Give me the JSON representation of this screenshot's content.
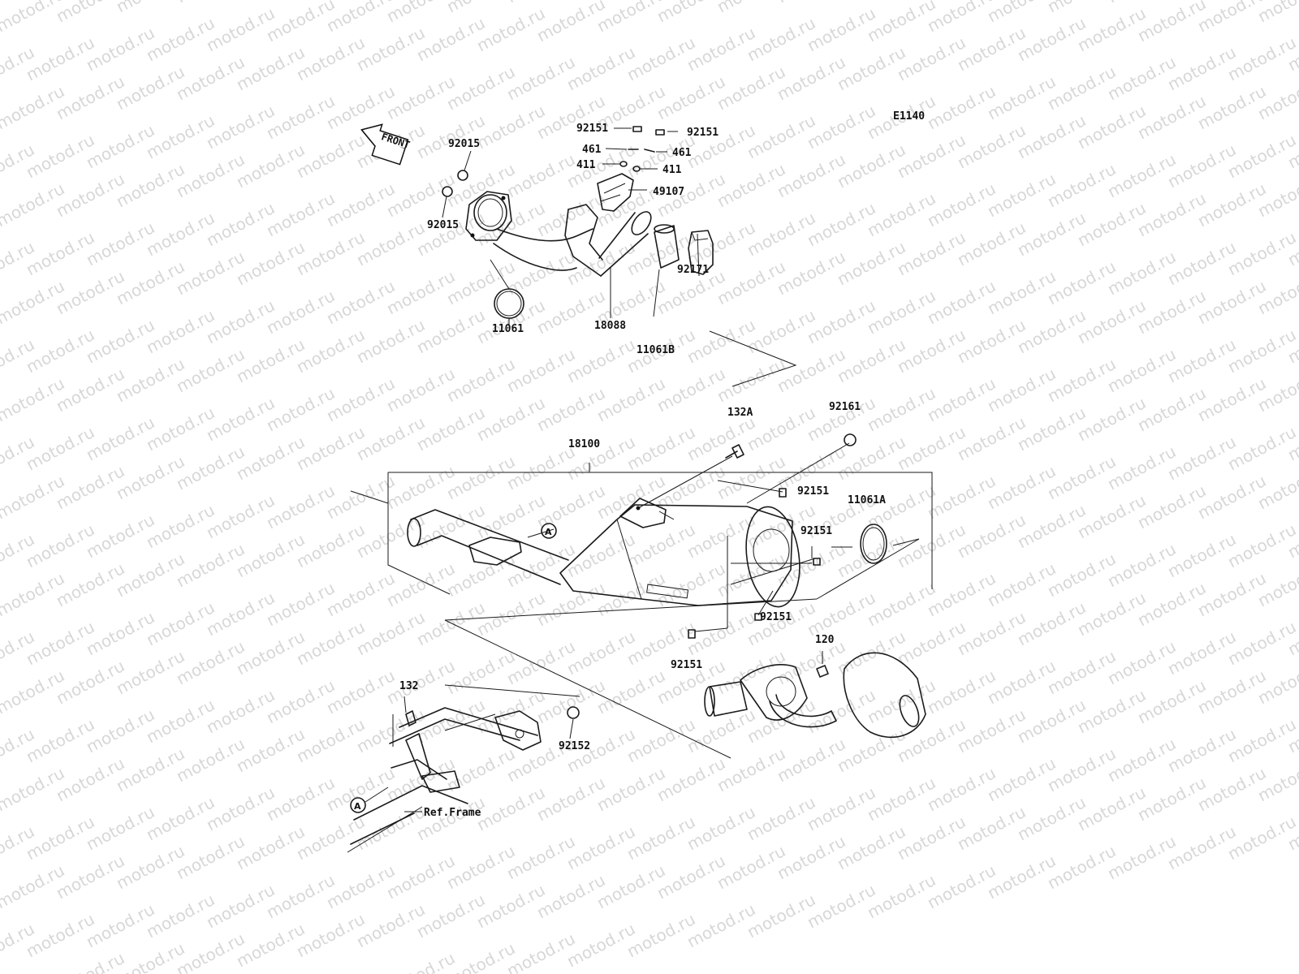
{
  "diagram_code": "E1140",
  "front_arrow": "FRONT",
  "watermark": "motod.ru",
  "ref_frame": "Ref.Frame",
  "marker_a": "A",
  "labels": {
    "p92151_left": "92151",
    "p92151_right": "92151",
    "p461_left": "461",
    "p461_right": "461",
    "p411_left": "411",
    "p411_right": "411",
    "p49107": "49107",
    "p92015_top": "92015",
    "p92015_bottom": "92015",
    "p92171": "92171",
    "p11061": "11061",
    "p18088": "18088",
    "p11061B": "11061B",
    "p18100": "18100",
    "p132A": "132A",
    "p92161": "92161",
    "p92151_a": "92151",
    "p11061A": "11061A",
    "p92151_b": "92151",
    "p92151_c": "92151",
    "p92151_d": "92151",
    "p120": "120",
    "p132": "132",
    "p92152": "92152"
  }
}
